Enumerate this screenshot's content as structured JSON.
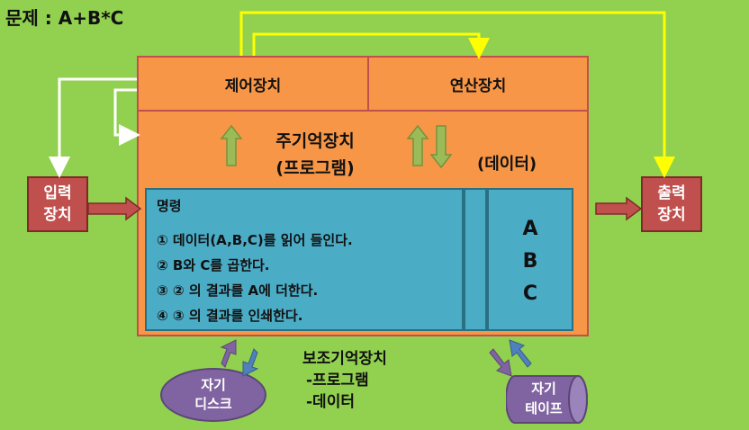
{
  "problem": "문제 : A+B*C",
  "cpu": {
    "control_unit": "제어장치",
    "alu": "연산장치"
  },
  "main_memory": {
    "title_line1": "주기억장치",
    "title_line2": "(프로그램)",
    "data_label": "(데이터)",
    "instructions_title": "명령",
    "instructions": [
      "① 데이터(A,B,C)를 읽어 들인다.",
      "② B와 C를 곱한다.",
      "③ ② 의 결과를 A에 더한다.",
      "④ ③ 의 결과를 인쇄한다."
    ],
    "data_values": [
      "A",
      "B",
      "C"
    ]
  },
  "input_device": {
    "line1": "입력",
    "line2": "장치"
  },
  "output_device": {
    "line1": "출력",
    "line2": "장치"
  },
  "auxiliary_storage": {
    "title": "보조기억장치",
    "item1": "-프로그램",
    "item2": "-데이터"
  },
  "magnetic_disk": {
    "line1": "자기",
    "line2": "디스크"
  },
  "magnetic_tape": {
    "line1": "자기",
    "line2": "테이프"
  },
  "colors": {
    "background": "#92d050",
    "cpu_fill": "#f79646",
    "memory_fill": "#4bacc6",
    "io_fill": "#c0504d",
    "storage_fill": "#8064a2",
    "control_arrow": "#ffffff",
    "output_arrow": "#ffff00"
  }
}
